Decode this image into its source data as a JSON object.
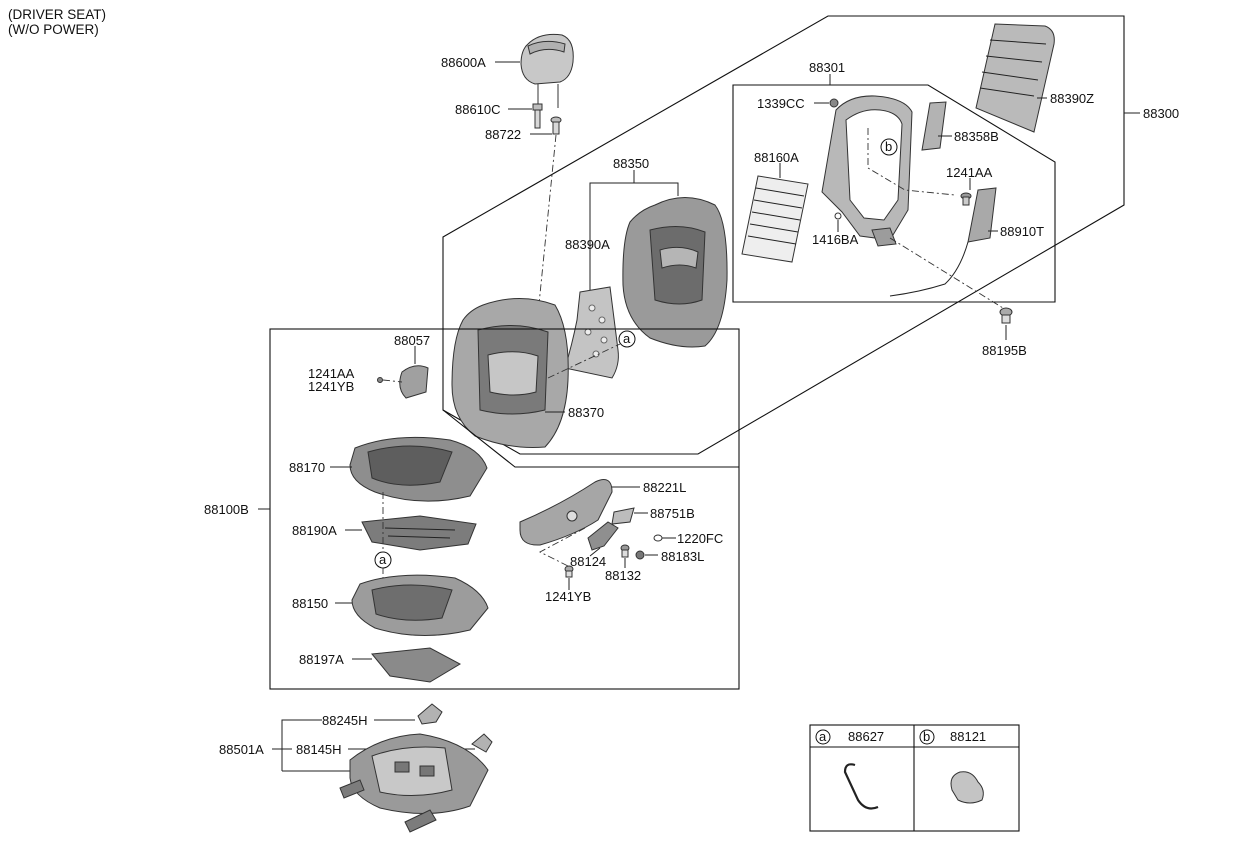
{
  "header": {
    "line1": "(DRIVER SEAT)",
    "line2": "(W/O POWER)"
  },
  "labels": {
    "p88600A": "88600A",
    "p88610C": "88610C",
    "p88722": "88722",
    "p88350": "88350",
    "p88390A": "88390A",
    "p88370": "88370",
    "p88301": "88301",
    "p1339CC": "1339CC",
    "p88358B": "88358B",
    "p88160A": "88160A",
    "p1241AA_top": "1241AA",
    "p1416BA": "1416BA",
    "p88910T": "88910T",
    "p88390Z": "88390Z",
    "p88300": "88300",
    "p88195B": "88195B",
    "p88057": "88057",
    "p1241AA_l": "1241AA",
    "p1241YB_l": "1241YB",
    "p88170": "88170",
    "p88100B": "88100B",
    "p88190A": "88190A",
    "p88150": "88150",
    "p88197A": "88197A",
    "p88221L": "88221L",
    "p88751B": "88751B",
    "p1220FC": "1220FC",
    "p88124": "88124",
    "p88183L": "88183L",
    "p88132": "88132",
    "p1241YB_b": "1241YB",
    "p88245H": "88245H",
    "p88501A": "88501A",
    "p88145H": "88145H"
  },
  "callouts": {
    "a": "a",
    "b": "b"
  },
  "legend": {
    "a_letter": "a",
    "a_part": "88627",
    "b_letter": "b",
    "b_part": "88121"
  },
  "colors": {
    "line": "#222222",
    "part_fill": "#cfcfcf",
    "part_dark": "#8c8c8c",
    "background": "#ffffff"
  }
}
